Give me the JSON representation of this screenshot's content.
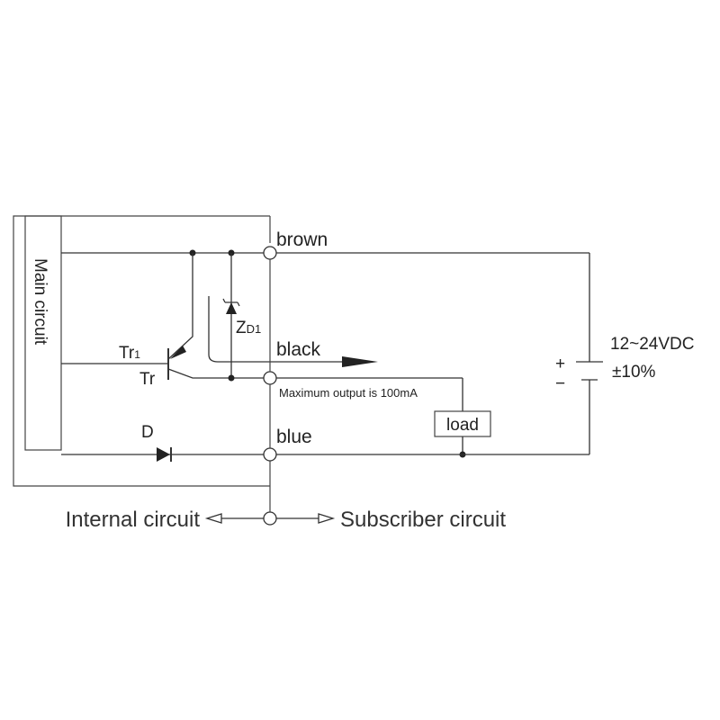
{
  "main_block": {
    "label": "Main circuit"
  },
  "terminals": {
    "brown": "brown",
    "black": "black",
    "blue": "blue"
  },
  "components": {
    "transistor_label": "Tr",
    "transistor_subscript": "1",
    "transistor_base_label": "Tr",
    "zener_label": "Z",
    "zener_subscript": "D1",
    "diode_label": "D",
    "load_label": "load"
  },
  "notes": {
    "max_output": "Maximum output is 100mA"
  },
  "supply": {
    "voltage": "12~24VDC",
    "tolerance": "±10%",
    "plus": "+",
    "minus": "−"
  },
  "footer": {
    "internal": "Internal circuit",
    "subscriber": "Subscriber circuit"
  },
  "colors": {
    "line": "#333333",
    "text": "#222222"
  }
}
